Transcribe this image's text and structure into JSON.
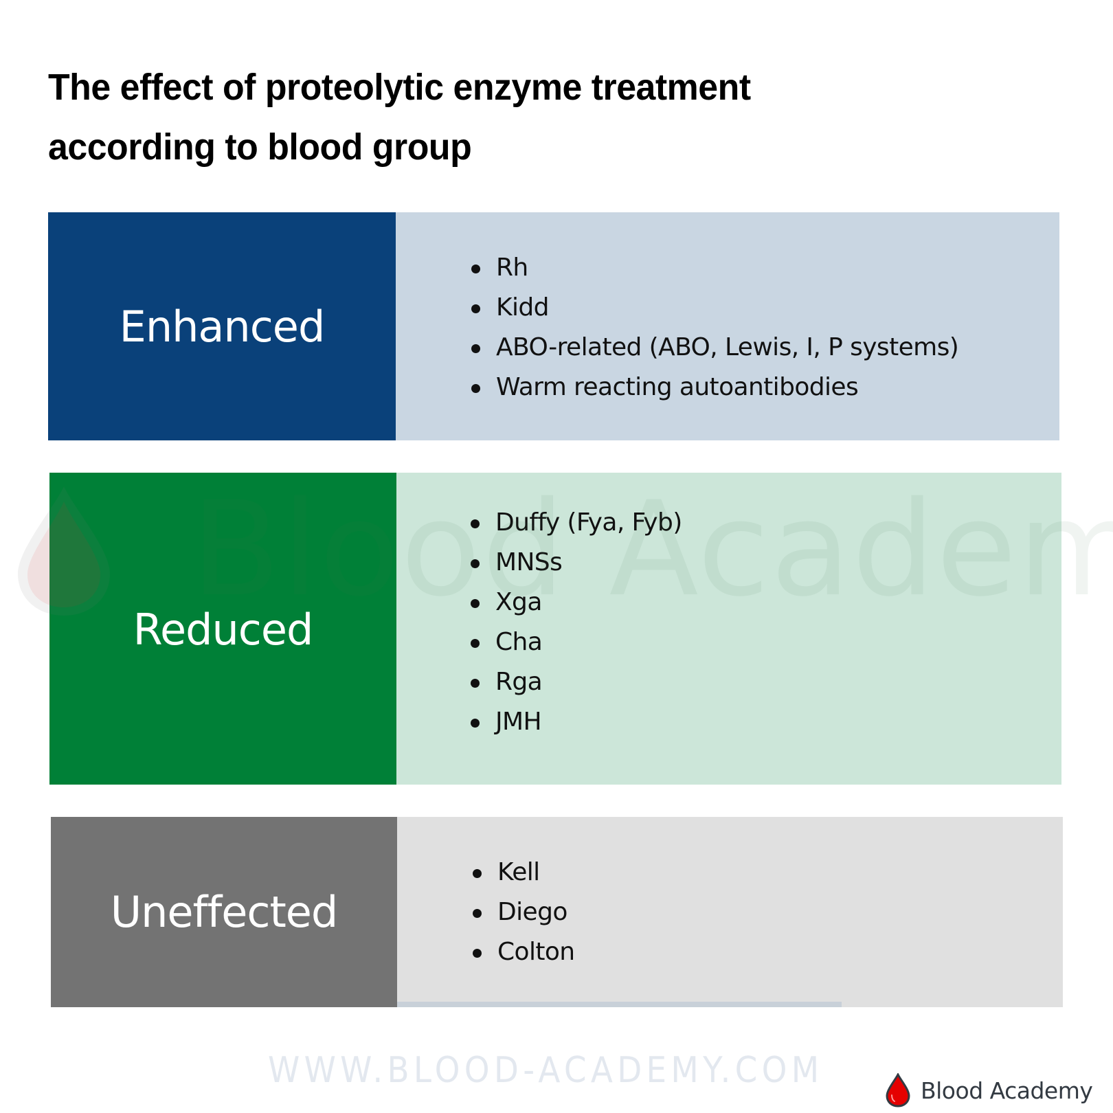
{
  "title": {
    "line1": "The effect of proteolytic enzyme treatment",
    "line2": "according to blood group"
  },
  "sections": [
    {
      "label": "Enhanced",
      "label_color": "#0a417a",
      "content_color": "#c9d6e2",
      "items": [
        "Rh",
        "Kidd",
        "ABO-related (ABO, Lewis, I, P systems)",
        "Warm reacting autoantibodies"
      ]
    },
    {
      "label": "Reduced",
      "label_color": "#008037",
      "content_color": "#c8e4d6",
      "items": [
        "Duffy (Fya, Fyb)",
        "MNSs",
        "Xga",
        "Cha",
        "Rga",
        "JMH"
      ]
    },
    {
      "label": "Uneffected",
      "label_color": "#737373",
      "content_color": "#e0e0e0",
      "items": [
        "Kell",
        "Diego",
        "Colton"
      ]
    }
  ],
  "watermark": {
    "text": "Blood Academy",
    "icon": "blood-drop-icon"
  },
  "footer": {
    "url": "WWW.BLOOD-ACADEMY.COM",
    "brand_name": "Blood Academy",
    "brand_icon": "blood-drop-icon",
    "brand_icon_color": "#e50000"
  }
}
